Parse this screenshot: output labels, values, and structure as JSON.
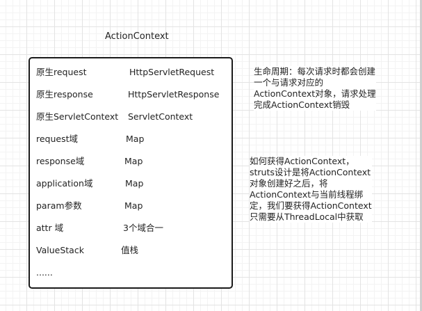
{
  "title": "ActionContext",
  "rows": [
    {
      "key": "原生request",
      "value": "HttpServletRequest"
    },
    {
      "key": "原生response",
      "value": "HttpServletResponse"
    },
    {
      "key": "原生ServletContext",
      "value": "ServletContext"
    },
    {
      "key": "request域",
      "value": "Map"
    },
    {
      "key": "response域",
      "value": "Map"
    },
    {
      "key": "application域",
      "value": "Map"
    },
    {
      "key": "param参数",
      "value": "Map"
    },
    {
      "key": "attr 域",
      "value": "3个域合一"
    },
    {
      "key": "ValueStack",
      "value": "值栈"
    },
    {
      "key": "......",
      "value": ""
    }
  ],
  "lifecycle_note": {
    "lines": [
      "生命周期：每次请求时都会创建",
      "一个与请求对应的",
      "ActionContext对象，请求处理",
      "完成ActionContext销毁"
    ]
  },
  "howto_note": {
    "lines": [
      "如何获得ActionContext，",
      "struts设计是将ActionContext",
      "对象创建好之后，将",
      "ActionContext与当前线程绑",
      "定，我们要获得ActionContext",
      "只需要从ThreadLocal中获取"
    ]
  }
}
